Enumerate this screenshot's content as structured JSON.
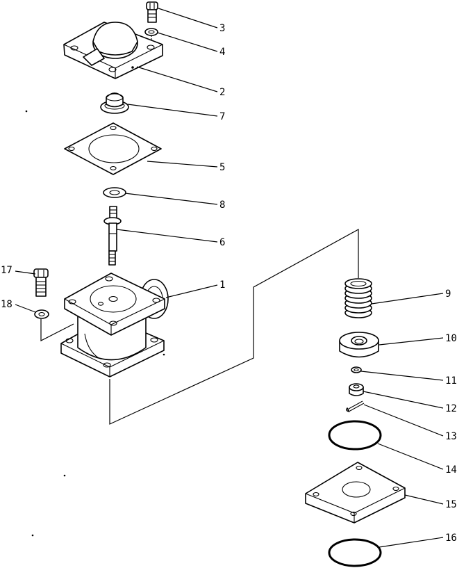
{
  "callouts": {
    "c1": "1",
    "c2": "2",
    "c3": "3",
    "c4": "4",
    "c5": "5",
    "c6": "6",
    "c7": "7",
    "c8": "8",
    "c9": "9",
    "c10": "10",
    "c11": "11",
    "c12": "12",
    "c13": "13",
    "c14": "14",
    "c15": "15",
    "c16": "16",
    "c17": "17",
    "c18": "18"
  },
  "colors": {
    "ink": "#000000",
    "paper": "#ffffff"
  }
}
